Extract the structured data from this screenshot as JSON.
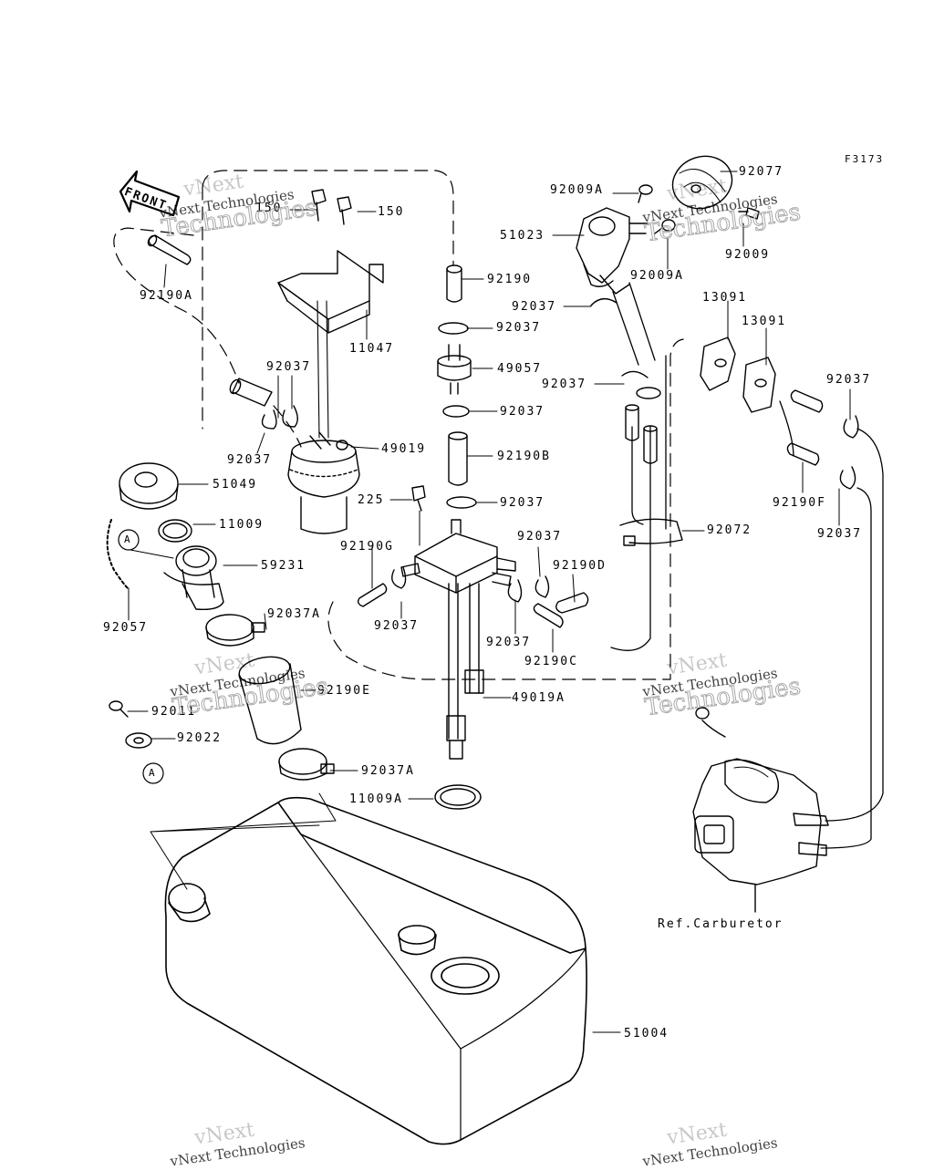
{
  "figure_code": "F3173",
  "front_arrow_text": "FRONT",
  "circle_marker": "A",
  "reference_label": "Ref.Carburetor",
  "watermark": {
    "line1": "vNext",
    "line2": "vNext Technologies",
    "line3": "Technologies"
  },
  "parts": [
    {
      "id": "p-150-a",
      "label": "150"
    },
    {
      "id": "p-150-b",
      "label": "150"
    },
    {
      "id": "p-92190a",
      "label": "92190A"
    },
    {
      "id": "p-11047",
      "label": "11047"
    },
    {
      "id": "p-92190",
      "label": "92190"
    },
    {
      "id": "p-92037-1",
      "label": "92037"
    },
    {
      "id": "p-49057",
      "label": "49057"
    },
    {
      "id": "p-92037-2",
      "label": "92037"
    },
    {
      "id": "p-92037-3",
      "label": "92037"
    },
    {
      "id": "p-92037-4",
      "label": "92037"
    },
    {
      "id": "p-92037-5",
      "label": "92037"
    },
    {
      "id": "p-49019",
      "label": "49019"
    },
    {
      "id": "p-51049",
      "label": "51049"
    },
    {
      "id": "p-92190b",
      "label": "92190B"
    },
    {
      "id": "p-225",
      "label": "225"
    },
    {
      "id": "p-92037-6",
      "label": "92037"
    },
    {
      "id": "p-11009",
      "label": "11009"
    },
    {
      "id": "p-59231",
      "label": "59231"
    },
    {
      "id": "p-92190g",
      "label": "92190G"
    },
    {
      "id": "p-92037-7",
      "label": "92037"
    },
    {
      "id": "p-92037-8",
      "label": "92037"
    },
    {
      "id": "p-92057",
      "label": "92057"
    },
    {
      "id": "p-92037a-1",
      "label": "92037A"
    },
    {
      "id": "p-92190e",
      "label": "92190E"
    },
    {
      "id": "p-92011",
      "label": "92011"
    },
    {
      "id": "p-92022",
      "label": "92022"
    },
    {
      "id": "p-92037a-2",
      "label": "92037A"
    },
    {
      "id": "p-11009a",
      "label": "11009A"
    },
    {
      "id": "p-49019a",
      "label": "49019A"
    },
    {
      "id": "p-92037-9",
      "label": "92037"
    },
    {
      "id": "p-92190d",
      "label": "92190D"
    },
    {
      "id": "p-92037-10",
      "label": "92037"
    },
    {
      "id": "p-92190c",
      "label": "92190C"
    },
    {
      "id": "p-92072",
      "label": "92072"
    },
    {
      "id": "p-92009a-1",
      "label": "92009A"
    },
    {
      "id": "p-92077",
      "label": "92077"
    },
    {
      "id": "p-51023",
      "label": "51023"
    },
    {
      "id": "p-92009",
      "label": "92009"
    },
    {
      "id": "p-92009a-2",
      "label": "92009A"
    },
    {
      "id": "p-13091-1",
      "label": "13091"
    },
    {
      "id": "p-13091-2",
      "label": "13091"
    },
    {
      "id": "p-92037-11",
      "label": "92037"
    },
    {
      "id": "p-92190f",
      "label": "92190F"
    },
    {
      "id": "p-92037-12",
      "label": "92037"
    },
    {
      "id": "p-51004",
      "label": "51004"
    }
  ]
}
